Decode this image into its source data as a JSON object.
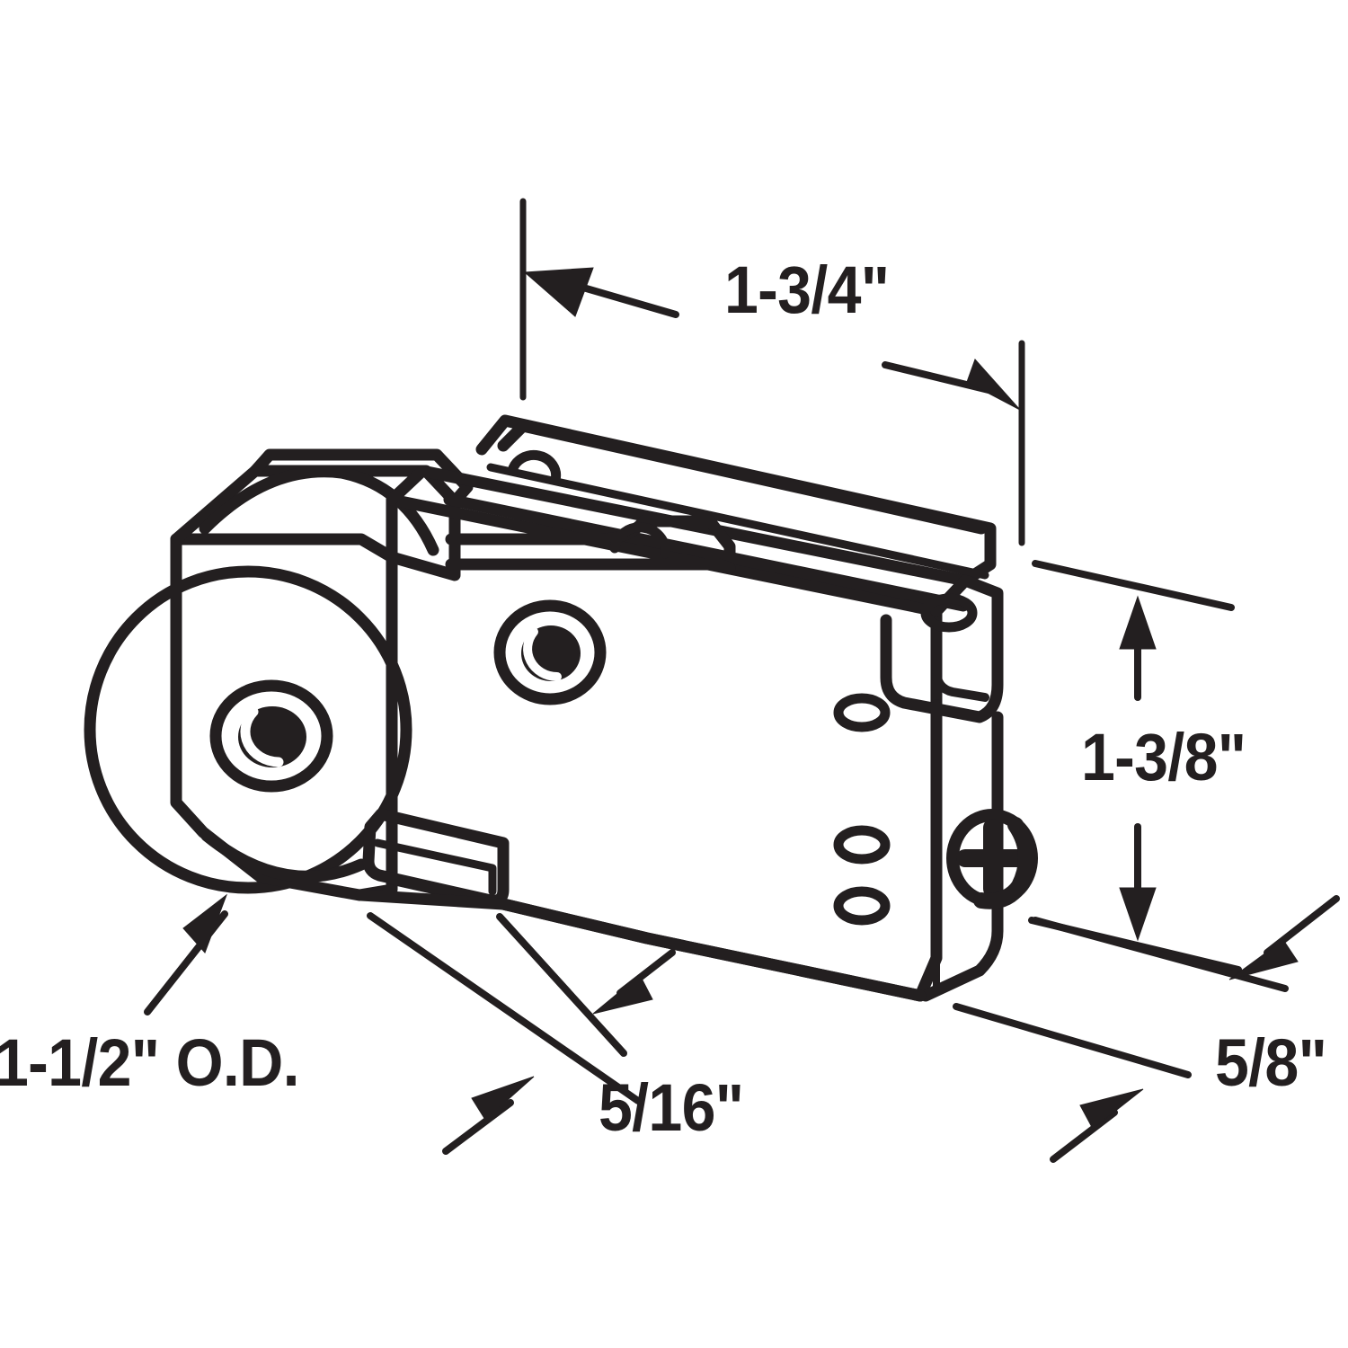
{
  "drawing": {
    "title": "Sliding door roller assembly — dimensioned isometric line drawing",
    "line_color": "#231f20",
    "background_color": "#ffffff",
    "parts": [
      "roller-wheel",
      "wheel-housing",
      "mounting-bracket",
      "top-rail",
      "phillips-screw",
      "axle-hole",
      "adjustment-hole",
      "bottom-tab"
    ]
  },
  "dimensions": {
    "width": {
      "label": "1-3/4\"",
      "name": "overall-width"
    },
    "height": {
      "label": "1-3/8\"",
      "name": "overall-height"
    },
    "wheel_diameter": {
      "label": "1-1/2\" O.D.",
      "name": "wheel-outside-diameter"
    },
    "flange": {
      "label": "5/16\"",
      "name": "flange-thickness"
    },
    "depth": {
      "label": "5/8\"",
      "name": "housing-depth"
    }
  }
}
